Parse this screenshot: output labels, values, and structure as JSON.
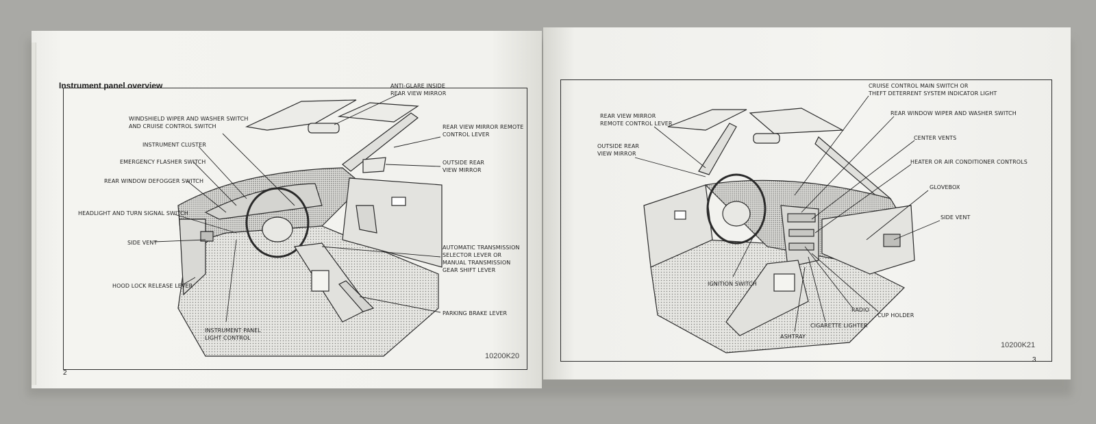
{
  "left_page": {
    "title": "Instrument panel overview",
    "page_number": "2",
    "figure_code": "10200K20",
    "labels": {
      "anti_glare": "ANTI-GLARE INSIDE\nREAR VIEW MIRROR",
      "wiper": "WINDSHIELD WIPER AND WASHER SWITCH\nAND CRUISE CONTROL SWITCH",
      "rv_mirror_remote": "REAR VIEW MIRROR REMOTE\nCONTROL LEVER",
      "cluster": "INSTRUMENT CLUSTER",
      "flasher": "EMERGENCY FLASHER SWITCH",
      "outside_mirror": "OUTSIDE REAR\nVIEW MIRROR",
      "defogger": "REAR WINDOW DEFOGGER SWITCH",
      "headlight": "HEADLIGHT AND TURN SIGNAL SWITCH",
      "side_vent": "SIDE VENT",
      "transmission": "AUTOMATIC TRANSMISSION\nSELECTOR LEVER OR\nMANUAL TRANSMISSION\nGEAR SHIFT LEVER",
      "hood": "HOOD LOCK RELEASE LEVER",
      "parking": "PARKING BRAKE LEVER",
      "panel_light": "INSTRUMENT PANEL\nLIGHT CONTROL"
    }
  },
  "right_page": {
    "page_number": "3",
    "figure_code": "10200K21",
    "labels": {
      "cruise_main": "CRUISE CONTROL MAIN SWITCH OR\nTHEFT DETERRENT SYSTEM INDICATOR LIGHT",
      "rv_mirror_remote": "REAR VIEW MIRROR\nREMOTE CONTROL LEVER",
      "rear_wiper": "REAR WINDOW WIPER AND WASHER SWITCH",
      "center_vents": "CENTER VENTS",
      "outside_mirror": "OUTSIDE REAR\nVIEW MIRROR",
      "heater": "HEATER OR AIR CONDITIONER CONTROLS",
      "glovebox": "GLOVEBOX",
      "side_vent": "SIDE VENT",
      "ignition": "IGNITION SWITCH",
      "radio": "RADIO",
      "cup_holder": "CUP HOLDER",
      "cigarette": "CIGARETTE LIGHTER",
      "ashtray": "ASHTRAY"
    }
  }
}
